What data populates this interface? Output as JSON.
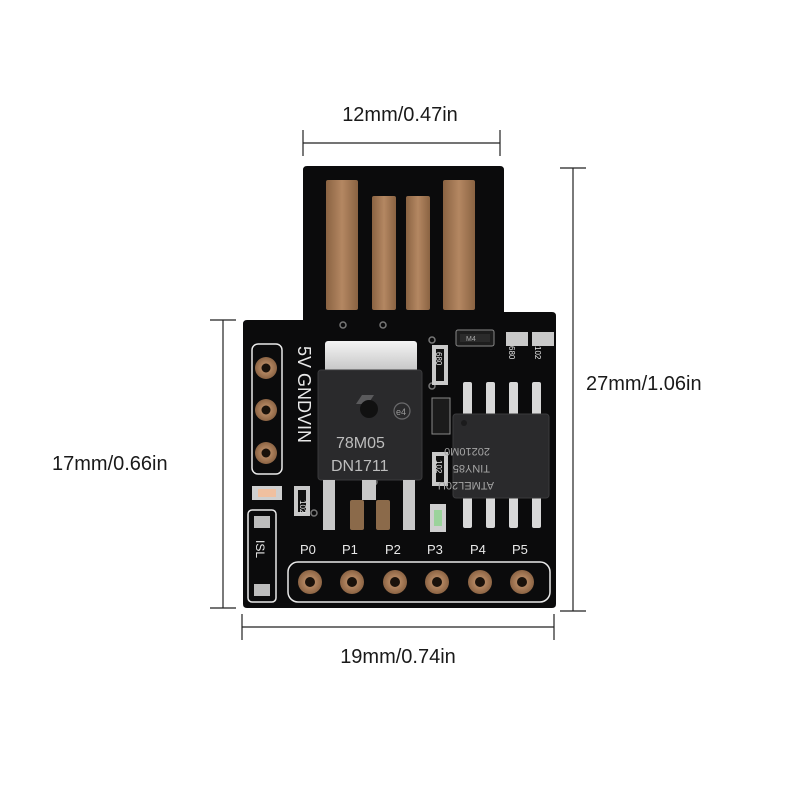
{
  "dimensions": {
    "top_width": "12mm/0.47in",
    "bottom_width": "19mm/0.74in",
    "total_height": "27mm/1.06in",
    "board_height": "17mm/0.66in"
  },
  "power_header": {
    "label": "5V GNDVIN"
  },
  "regulator": {
    "part": "78M05",
    "lot": "DN1711",
    "mark": "e4"
  },
  "microcontroller": {
    "line1": "ATMEL20U",
    "line2": "TINY85",
    "line3": "20210M0"
  },
  "pin_labels": [
    "P0",
    "P1",
    "P2",
    "P3",
    "P4",
    "P5"
  ],
  "silkscreen": {
    "r1": "102",
    "r2": "680",
    "r3": "680",
    "r4": "102",
    "r5": "102",
    "left_text": "ISL",
    "diode": "M4"
  },
  "colors": {
    "pcb": "#0b0b0c",
    "pad_gold": "#a27952",
    "silk": "#e9e9e9",
    "chip": "#2a2a2c"
  }
}
